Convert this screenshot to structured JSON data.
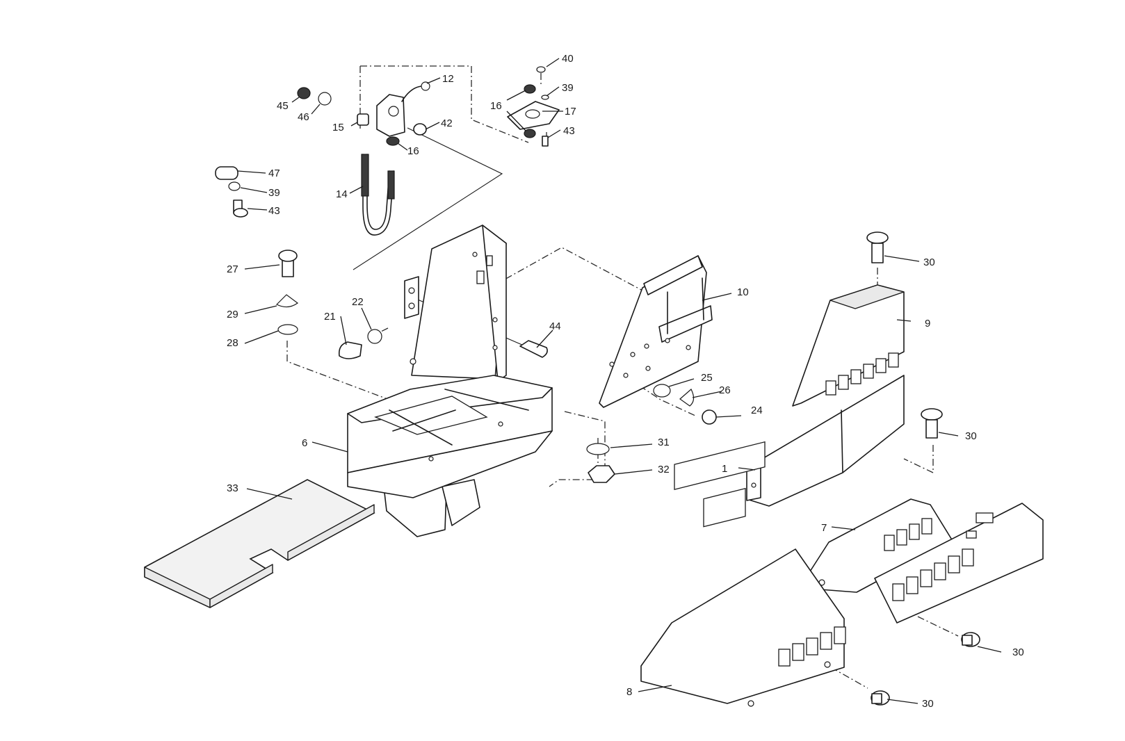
{
  "callouts": [
    {
      "id": "c1",
      "label": "1"
    },
    {
      "id": "c6",
      "label": "6"
    },
    {
      "id": "c7",
      "label": "7"
    },
    {
      "id": "c8",
      "label": "8"
    },
    {
      "id": "c9",
      "label": "9"
    },
    {
      "id": "c10",
      "label": "10"
    },
    {
      "id": "c12",
      "label": "12"
    },
    {
      "id": "c14",
      "label": "14"
    },
    {
      "id": "c15",
      "label": "15"
    },
    {
      "id": "c16a",
      "label": "16"
    },
    {
      "id": "c16b",
      "label": "16"
    },
    {
      "id": "c17",
      "label": "17"
    },
    {
      "id": "c21",
      "label": "21"
    },
    {
      "id": "c22",
      "label": "22"
    },
    {
      "id": "c24",
      "label": "24"
    },
    {
      "id": "c25",
      "label": "25"
    },
    {
      "id": "c26",
      "label": "26"
    },
    {
      "id": "c27",
      "label": "27"
    },
    {
      "id": "c28",
      "label": "28"
    },
    {
      "id": "c29",
      "label": "29"
    },
    {
      "id": "c30a",
      "label": "30"
    },
    {
      "id": "c30b",
      "label": "30"
    },
    {
      "id": "c30c",
      "label": "30"
    },
    {
      "id": "c30d",
      "label": "30"
    },
    {
      "id": "c31",
      "label": "31"
    },
    {
      "id": "c32",
      "label": "32"
    },
    {
      "id": "c33",
      "label": "33"
    },
    {
      "id": "c39a",
      "label": "39"
    },
    {
      "id": "c39b",
      "label": "39"
    },
    {
      "id": "c40",
      "label": "40"
    },
    {
      "id": "c42",
      "label": "42"
    },
    {
      "id": "c43a",
      "label": "43"
    },
    {
      "id": "c43b",
      "label": "43"
    },
    {
      "id": "c44",
      "label": "44"
    },
    {
      "id": "c45",
      "label": "45"
    },
    {
      "id": "c46",
      "label": "46"
    },
    {
      "id": "c47",
      "label": "47"
    }
  ]
}
